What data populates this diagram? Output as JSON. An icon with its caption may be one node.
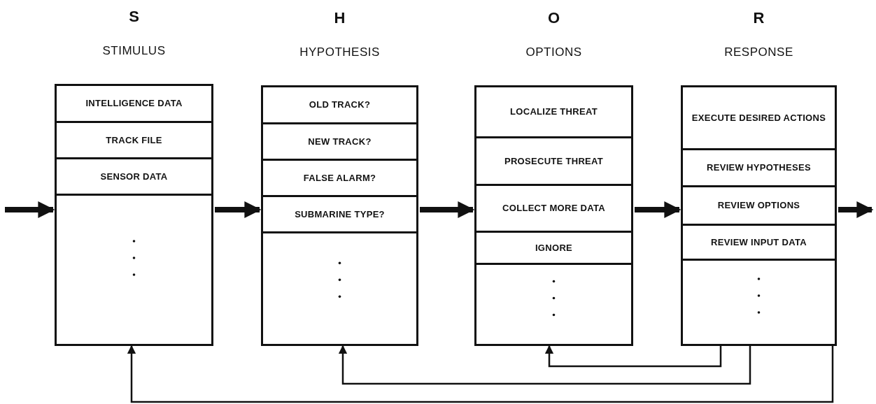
{
  "diagram": {
    "nodes": [
      {
        "text": [
          "S",
          "STIMULUS"
        ]
      },
      {
        "text": [
          "INTELLIGENCE DATA"
        ],
        "in": 0
      },
      {
        "text": [
          "TRACK FILE"
        ],
        "in": 0
      },
      {
        "text": [
          "SENSOR DATA"
        ],
        "in": 0
      },
      {
        "text": [
          "H",
          "HYPOTHESIS"
        ]
      },
      {
        "text": [
          "OLD TRACK?"
        ],
        "in": 4
      },
      {
        "text": [
          "NEW TRACK?"
        ],
        "in": 4
      },
      {
        "text": [
          "FALSE ALARM?"
        ],
        "in": 4
      },
      {
        "text": [
          "SUBMARINE TYPE?"
        ],
        "in": 4
      },
      {
        "text": [
          "O",
          "OPTIONS"
        ]
      },
      {
        "text": [
          "LOCALIZE THREAT"
        ],
        "in": 9
      },
      {
        "text": [
          "PROSECUTE THREAT"
        ],
        "in": 9
      },
      {
        "text": [
          "COLLECT MORE DATA"
        ],
        "in": 9
      },
      {
        "text": [
          "IGNORE"
        ],
        "in": 9
      },
      {
        "text": [
          "R",
          "RESPONSE"
        ]
      },
      {
        "text": [
          "EXECUTE DESIRED ACTIONS"
        ],
        "in": 14
      },
      {
        "text": [
          "REVIEW HYPOTHESES"
        ],
        "in": 14
      },
      {
        "text": [
          "REVIEW OPTIONS"
        ],
        "in": 14
      },
      {
        "text": [
          "REVIEW INPUT DATA"
        ],
        "in": 14
      }
    ],
    "edges": [
      {
        "from": null,
        "to": 0,
        "arrow": "to"
      },
      {
        "from": 0,
        "to": 4,
        "arrow": "to"
      },
      {
        "from": 4,
        "to": 9,
        "arrow": "to"
      },
      {
        "from": 9,
        "to": 14,
        "arrow": "to"
      },
      {
        "from": 14,
        "to": null,
        "arrow": "to"
      },
      {
        "from": 14,
        "to": 9,
        "arrow": "to"
      },
      {
        "from": 14,
        "to": 4,
        "arrow": "to"
      },
      {
        "from": 14,
        "to": 0,
        "arrow": "to"
      }
    ]
  }
}
